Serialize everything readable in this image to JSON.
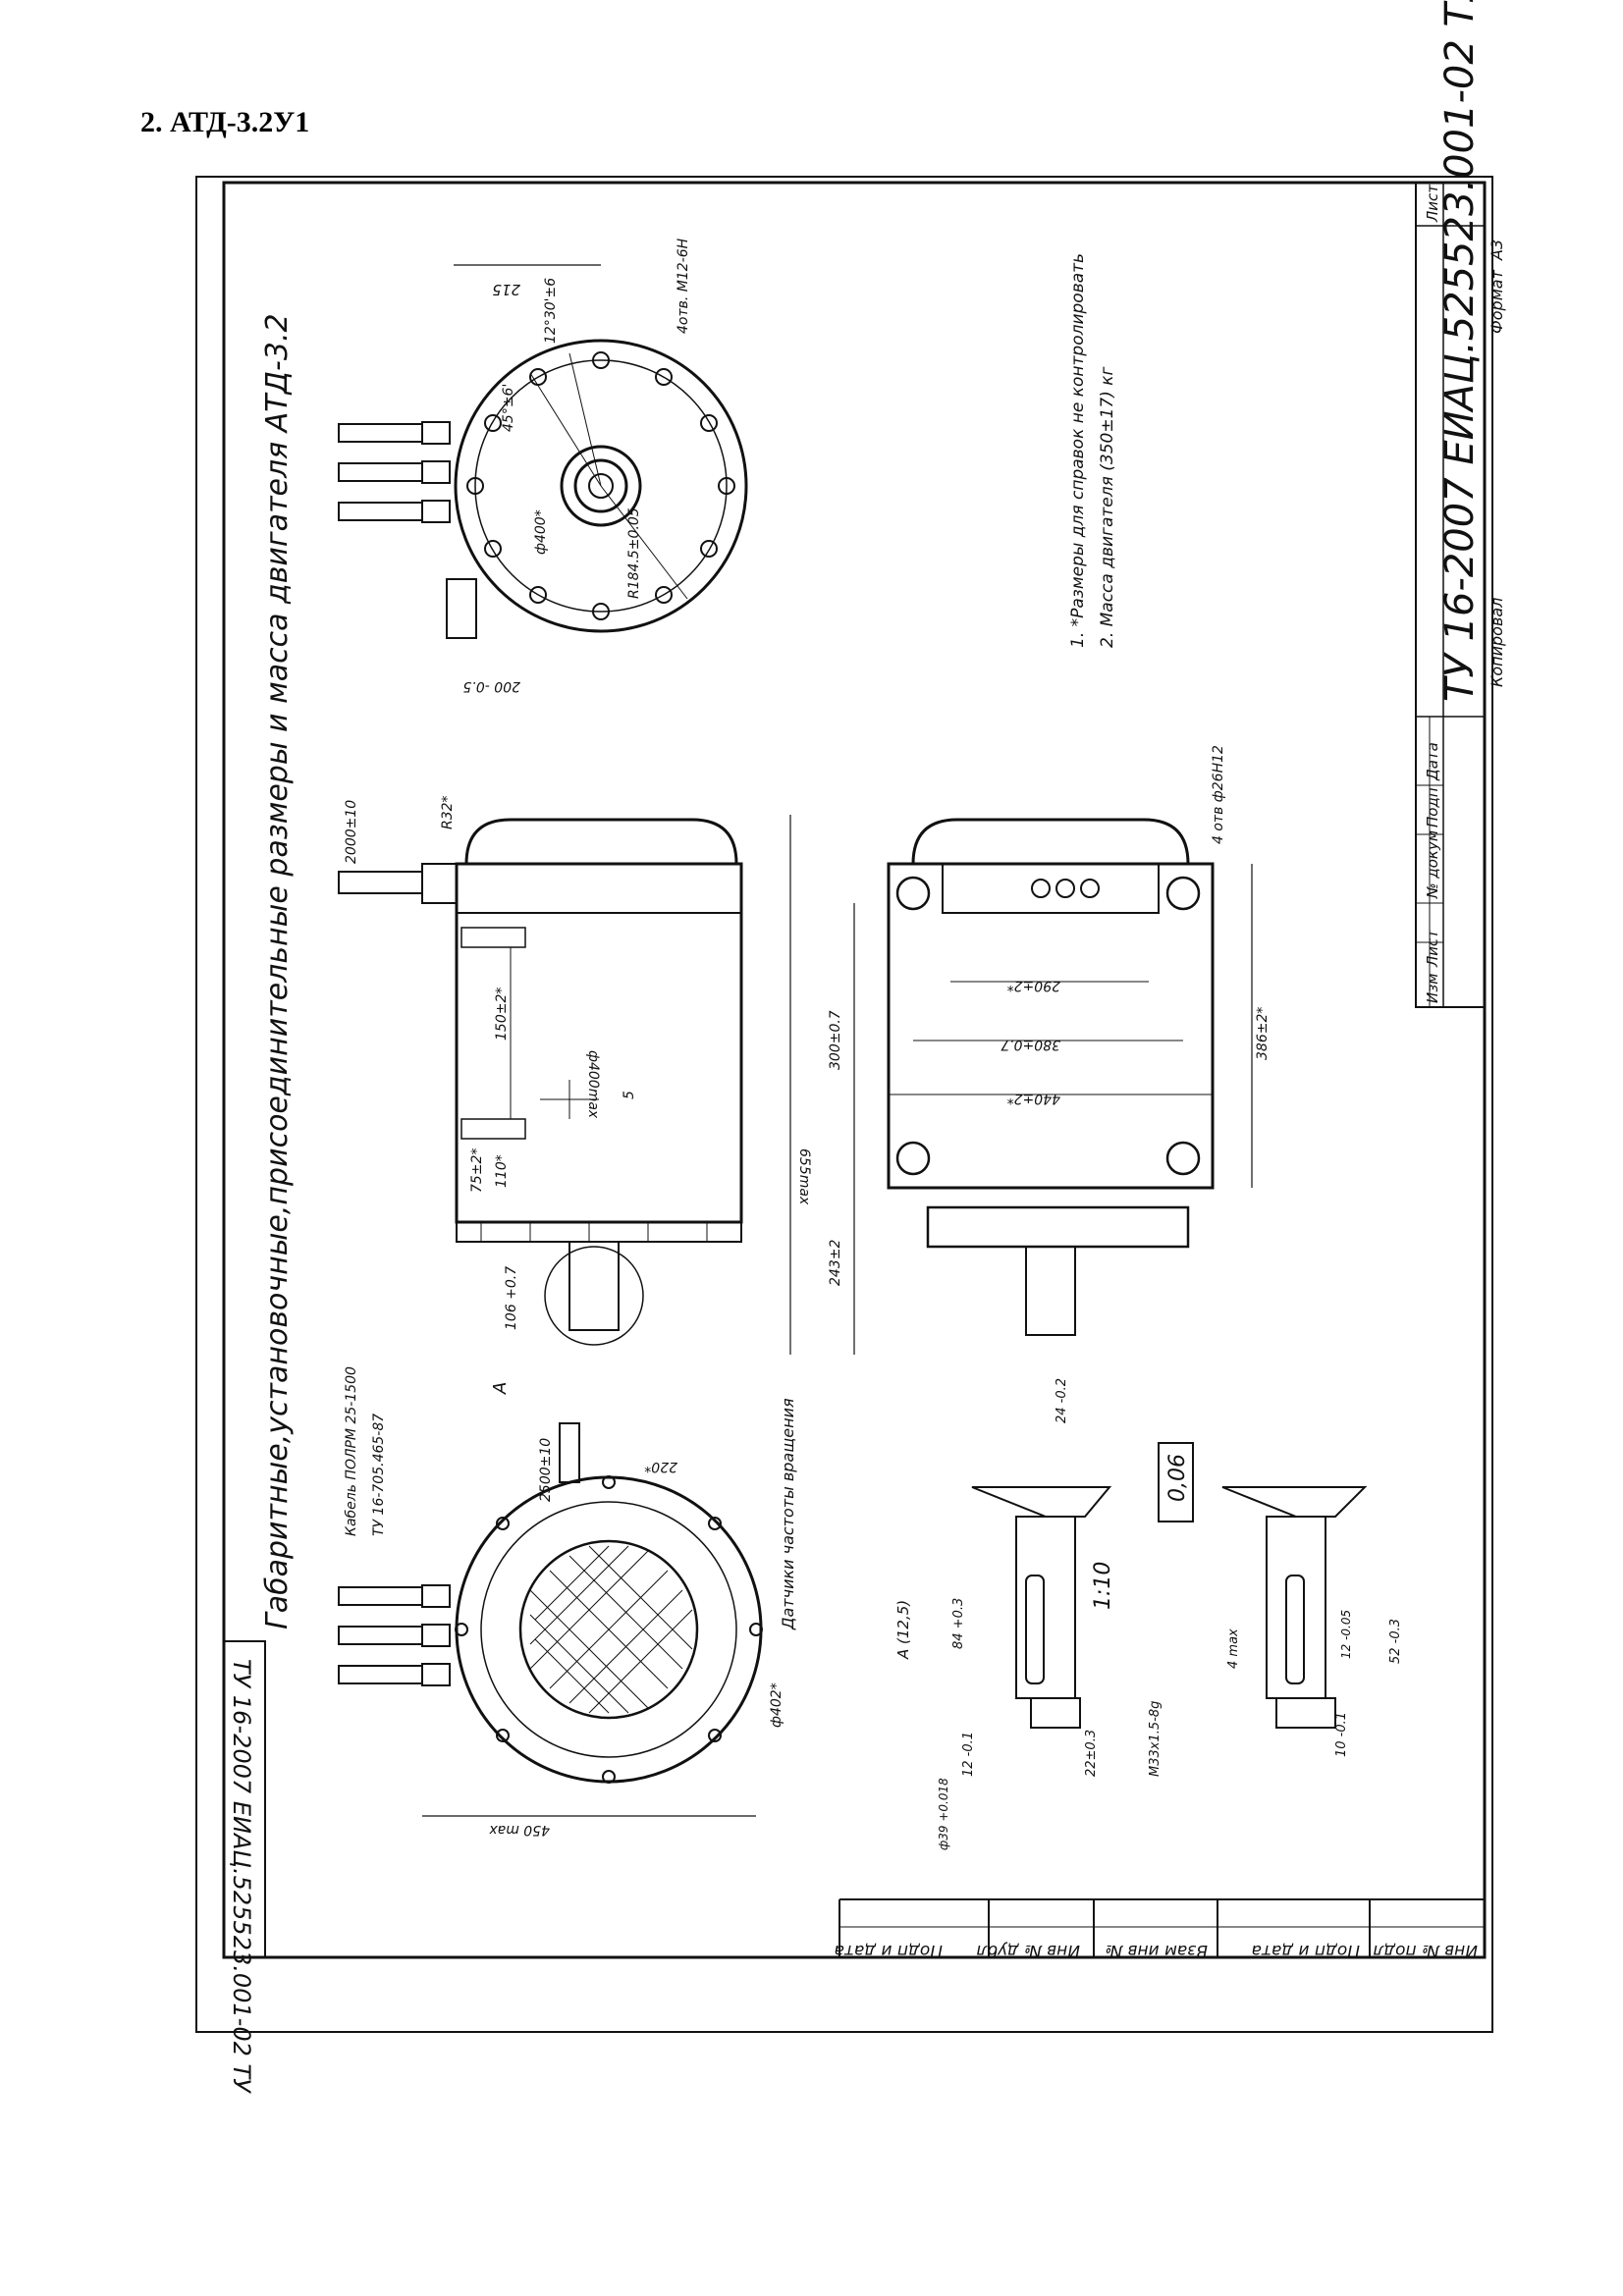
{
  "page": {
    "heading": "2. АТД-3.2У1"
  },
  "drawing": {
    "title": "Габаритные,установочные,присоединительные размеры и масса двигателя АТД-3.2",
    "doc_number": "ТУ 16-2007 ЕИАЦ.525523.001-02 ТУ",
    "side_doc_number": "ТУ 16-2007 ЕИАЦ.525523.001-02 ТУ",
    "sheet_label": "Лист",
    "format_label": "Формат",
    "format_value": "А3",
    "copied_label": "Копировал",
    "notes": [
      "1. *Размеры для справок не контролировать",
      "2. Масса двигателя (350±17) кг"
    ],
    "stamp_columns": [
      "Изм",
      "Лист",
      "№ докум",
      "Подп",
      "Дата"
    ],
    "side_stamp": [
      "Инв № подл",
      "Подп и дата",
      "Взам инв №",
      "Инв № дубл",
      "Подп и дата"
    ],
    "view_top": {
      "dims": [
        "215",
        "12°30'±6",
        "45°±6'",
        "4отв. М12-6Н",
        "ф400*",
        "R184.5±0.05",
        "200 -0.5"
      ]
    },
    "view_side": {
      "dims": [
        "R32*",
        "2000±10",
        "ф400max",
        "150±2*",
        "75±2*",
        "110*",
        "655max",
        "5",
        "106 +0.7",
        "А"
      ]
    },
    "view_front": {
      "dims": [
        "4 отв ф26Н12",
        "290±2*",
        "380±0.7",
        "440±2*",
        "300±0.7",
        "386±2*",
        "243±2"
      ]
    },
    "view_bottom": {
      "labels": [
        "Кабель ПОЛРМ 25-1500",
        "ТУ 16-705.465-87",
        "Датчики частоты вращения",
        "220*",
        "2500±10",
        "450 max",
        "ф402*"
      ]
    },
    "detail": {
      "labels": [
        "0,06",
        "1:10",
        "А (12,5)",
        "24 -0.2",
        "84 +0.3",
        "12 -0.1",
        "22±0.3",
        "ф39 +0.018",
        "4 max",
        "М33х1.5-8g",
        "52 -0.3",
        "12 -0.05",
        "10 -0.1"
      ]
    }
  }
}
